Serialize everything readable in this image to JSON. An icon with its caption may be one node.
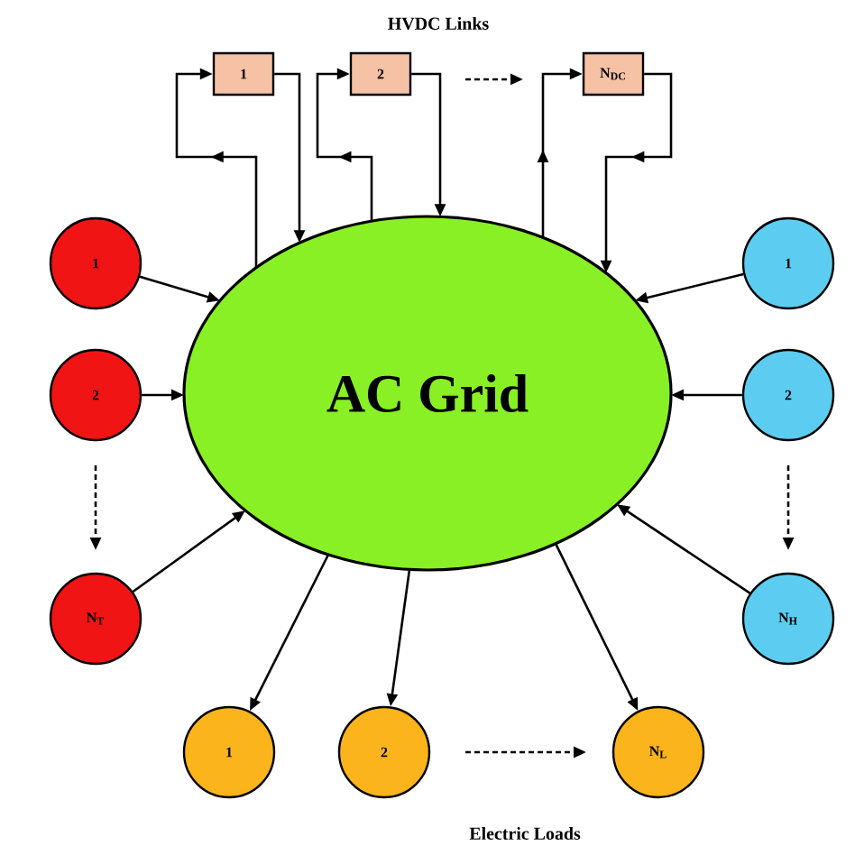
{
  "diagram": {
    "nodes": [
      {
        "text": [
          "AC Grid"
        ]
      },
      {
        "text": [
          "1"
        ]
      },
      {
        "text": [
          "2"
        ]
      },
      {
        "text": [
          "N$_{DC}$"
        ]
      },
      {
        "text": [
          "1"
        ]
      },
      {
        "text": [
          "2"
        ]
      },
      {
        "text": [
          "N$_{T}$"
        ]
      },
      {
        "text": [
          "1"
        ]
      },
      {
        "text": [
          "2"
        ]
      },
      {
        "text": [
          "N$_{H}$"
        ]
      },
      {
        "text": [
          "1"
        ]
      },
      {
        "text": [
          "2"
        ]
      },
      {
        "text": [
          "N$_{L}$"
        ]
      }
    ],
    "edges": [
      {
        "from": 0,
        "to": 1,
        "arrow": "to"
      },
      {
        "from": 1,
        "to": 0,
        "arrow": "to"
      },
      {
        "from": 0,
        "to": 2,
        "arrow": "to"
      },
      {
        "from": 2,
        "to": 0,
        "arrow": "to"
      },
      {
        "from": 0,
        "to": 3,
        "arrow": "to"
      },
      {
        "from": 3,
        "to": 0,
        "arrow": "to"
      },
      {
        "from": 2,
        "to": 3,
        "arrow": "to",
        "style": "dashed"
      },
      {
        "from": 4,
        "to": 0,
        "arrow": "to"
      },
      {
        "from": 5,
        "to": 0,
        "arrow": "to"
      },
      {
        "from": 6,
        "to": 0,
        "arrow": "to"
      },
      {
        "from": 5,
        "to": 6,
        "arrow": "to",
        "style": "dashed"
      },
      {
        "from": 7,
        "to": 0,
        "arrow": "to"
      },
      {
        "from": 8,
        "to": 0,
        "arrow": "to"
      },
      {
        "from": 9,
        "to": 0,
        "arrow": "to"
      },
      {
        "from": 8,
        "to": 9,
        "arrow": "to",
        "style": "dashed"
      },
      {
        "from": 0,
        "to": 10,
        "arrow": "to"
      },
      {
        "from": 0,
        "to": 11,
        "arrow": "to"
      },
      {
        "from": 0,
        "to": 12,
        "arrow": "to"
      },
      {
        "from": 11,
        "to": 12,
        "arrow": "to",
        "style": "dashed"
      }
    ],
    "labels": [
      "HVDC Links",
      "Electric Loads"
    ]
  }
}
